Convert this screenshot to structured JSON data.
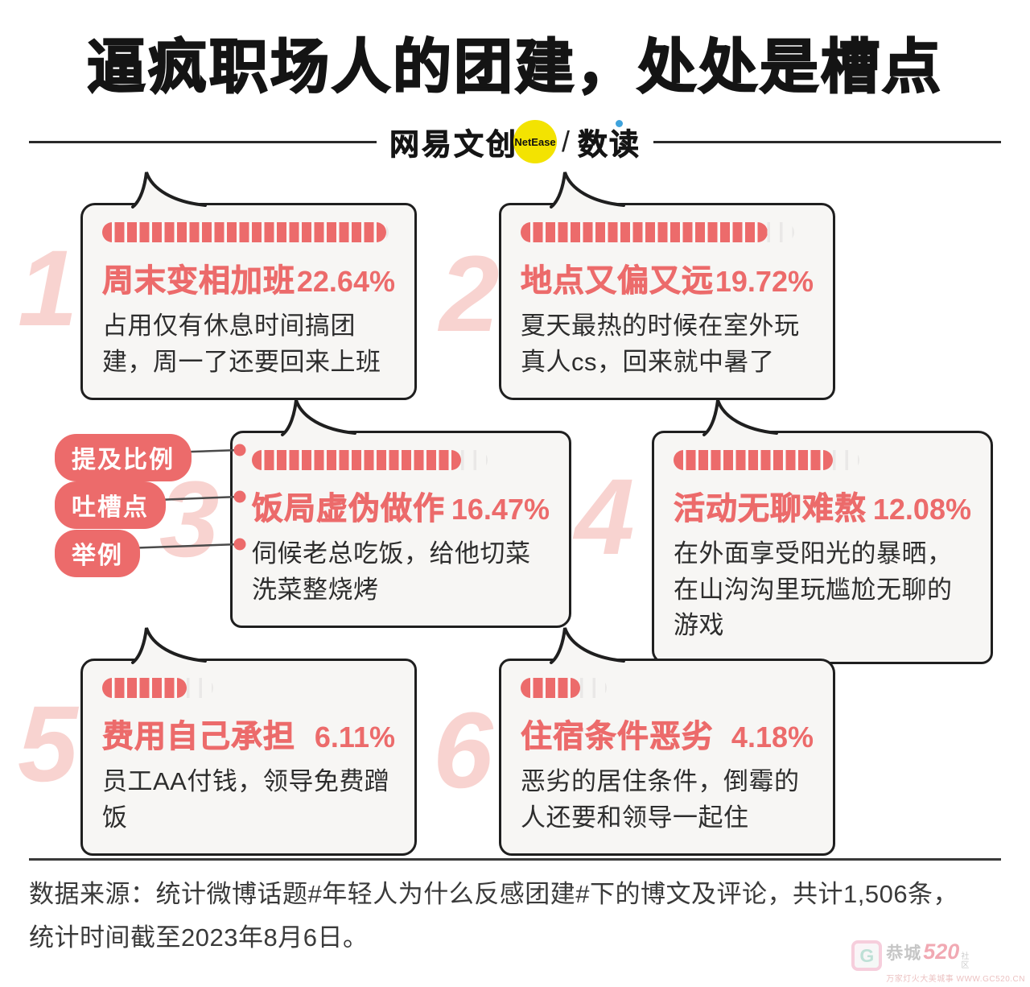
{
  "header": {
    "title": "逼疯职场人的团建，处处是槽点",
    "brand": "网易文创",
    "brand_badge": "NetEase",
    "slash": "/",
    "sub_brand": "数读"
  },
  "legend": {
    "labels": [
      "提及比例",
      "吐槽点",
      "举例"
    ]
  },
  "cards": [
    {
      "num": "1",
      "title": "周末变相加班",
      "percent": 22.64,
      "percent_label": "22.64%",
      "desc": "占用仅有休息时间搞团建，周一了还要回来上班"
    },
    {
      "num": "2",
      "title": "地点又偏又远",
      "percent": 19.72,
      "percent_label": "19.72%",
      "desc": "夏天最热的时候在室外玩真人cs，回来就中暑了"
    },
    {
      "num": "3",
      "title": "饭局虚伪做作",
      "percent": 16.47,
      "percent_label": "16.47%",
      "desc": "伺候老总吃饭，给他切菜洗菜整烧烤"
    },
    {
      "num": "4",
      "title": "活动无聊难熬",
      "percent": 12.08,
      "percent_label": "12.08%",
      "desc": "在外面享受阳光的暴晒，在山沟沟里玩尴尬无聊的游戏"
    },
    {
      "num": "5",
      "title": "费用自己承担",
      "percent": 6.11,
      "percent_label": "6.11%",
      "desc": "员工AA付钱，领导免费蹭饭"
    },
    {
      "num": "6",
      "title": "住宿条件恶劣",
      "percent": 4.18,
      "percent_label": "4.18%",
      "desc": "恶劣的居住条件，倒霉的人还要和领导一起住"
    }
  ],
  "footer": {
    "line1": "数据来源：统计微博话题#年轻人为什么反感团建#下的博文及评论，共计1,506条，",
    "line2": "统计时间截至2023年8月6日。"
  },
  "watermark": {
    "logo_letter": "G",
    "name": "恭城",
    "number": "520",
    "suffix": "社区",
    "tagline": "万家灯火大美城事 WWW.GC520.CN"
  },
  "colors": {
    "accent_red": "#EC6B6B",
    "faded_pink_number": "#F8D3D0",
    "card_background": "#F7F6F4",
    "card_border": "#1F1F1F",
    "brand_yellow": "#F3E301",
    "brand_blue_dot": "#3FA3DC",
    "body_text": "#2D2D2D"
  },
  "chart_data": {
    "type": "bar",
    "title": "逼疯职场人的团建，处处是槽点",
    "categories": [
      "周末变相加班",
      "地点又偏又远",
      "饭局虚伪做作",
      "活动无聊难熬",
      "费用自己承担",
      "住宿条件恶劣"
    ],
    "values": [
      22.64,
      19.72,
      16.47,
      12.08,
      6.11,
      4.18
    ],
    "unit": "%",
    "value_label": "提及比例",
    "series_label": "吐槽点",
    "annotation_label": "举例",
    "annotations": [
      "占用仅有休息时间搞团建，周一了还要回来上班",
      "夏天最热的时候在室外玩真人cs，回来就中暑了",
      "伺候老总吃饭，给他切菜洗菜整烧烤",
      "在外面享受阳光的暴晒，在山沟沟里玩尴尬无聊的游戏",
      "员工AA付钱，领导免费蹭饭",
      "恶劣的居住条件，倒霉的人还要和领导一起住"
    ],
    "source": "数据来源：统计微博话题#年轻人为什么反感团建#下的博文及评论，共计1,506条，统计时间截至2023年8月6日。",
    "xlim": [
      0,
      23
    ],
    "grid": false,
    "legend_position": "left-middle"
  }
}
